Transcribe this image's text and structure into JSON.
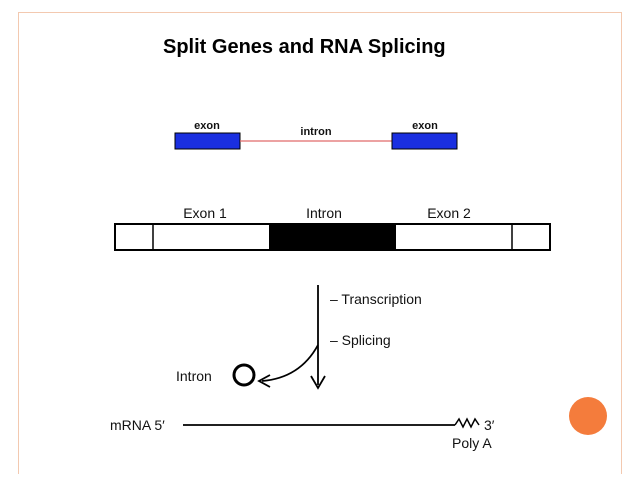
{
  "slide": {
    "title": "Split Genes and RNA Splicing",
    "accent_color": "#f47c3c",
    "frame_color": "#f3c9b0"
  },
  "simple_gene": {
    "exon_left_label": "exon",
    "intron_label": "intron",
    "exon_right_label": "exon",
    "exon_color": "#1a2fe0",
    "intron_line_color": "#e06a6a"
  },
  "gene_diagram": {
    "exon1_label": "Exon 1",
    "intron_label": "Intron",
    "exon2_label": "Exon 2"
  },
  "process": {
    "step1": "– Transcription",
    "step2": "– Splicing",
    "removed_intron_label": "Intron"
  },
  "mrna": {
    "label": "mRNA 5′",
    "three_prime": "3′",
    "tail_label": "Poly A"
  }
}
